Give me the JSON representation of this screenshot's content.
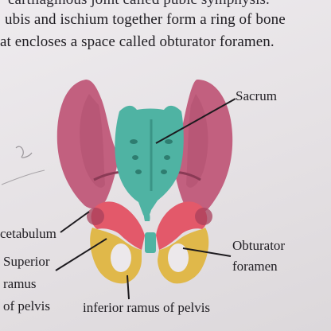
{
  "paragraph": {
    "line1": "cartilaginous joint called pubic symphysis.",
    "line2": "ubis and ischium together form a ring of bone",
    "line3": "at encloses a space called obturator foramen."
  },
  "labels": {
    "sacrum": "Sacrum",
    "acetabulum": "cetabulum",
    "superior_ramus": [
      "Superior",
      "ramus",
      "of pelvis"
    ],
    "obturator_foramen": [
      "Obturator",
      "foramen"
    ],
    "inferior_ramus": "inferior ramus of pelvis"
  },
  "colors": {
    "ilium": "#c2607f",
    "sacrum": "#4fb3a3",
    "pubis": "#e3596a",
    "ischium": "#e0b84a"
  }
}
